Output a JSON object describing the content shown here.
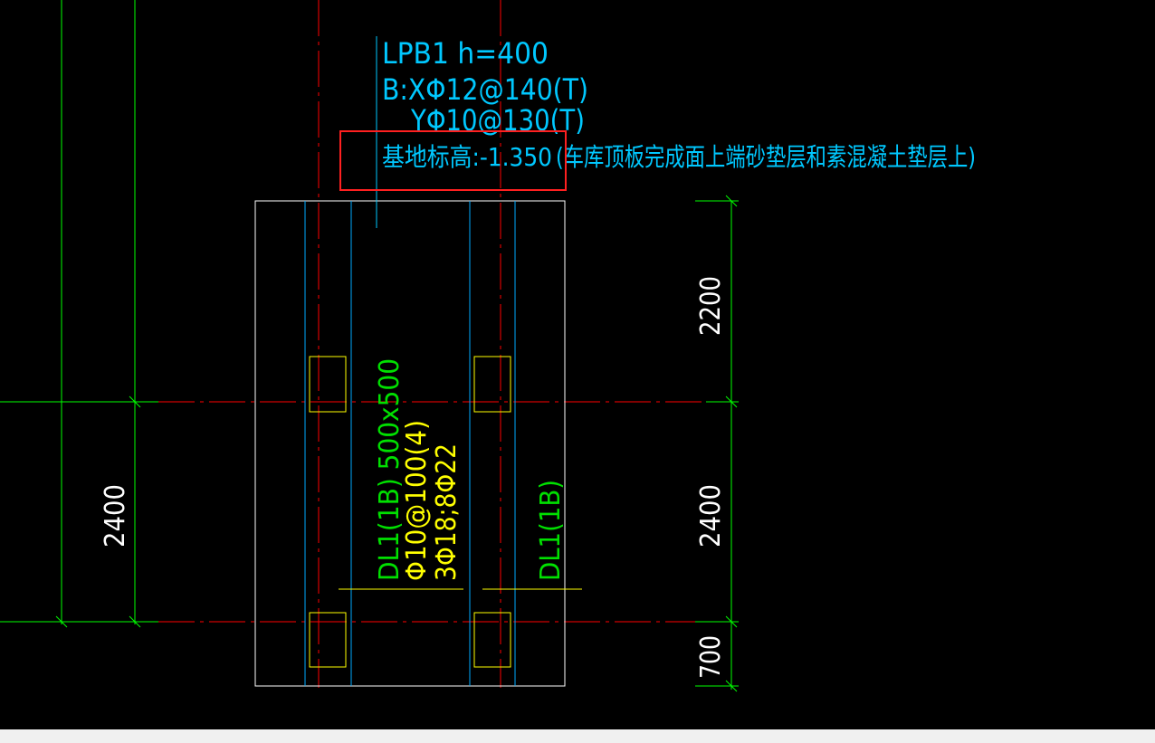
{
  "colors": {
    "background": "#000000",
    "axis_red": "#ff0000",
    "dim_green": "#00ff00",
    "label_green": "#00e000",
    "cyan": "#00c0ff",
    "slab_text": "#00c8ff",
    "white": "#ffffff",
    "yellow": "#ffff00",
    "highlight_box": "#ff2020",
    "statusbar": "#f0f0f0"
  },
  "annotation": {
    "line1": "LPB1 h=400",
    "line2": "B:XΦ12@140(T)",
    "line3": "YΦ10@130(T)",
    "line4_highlighted": "基地标高:-1.350",
    "line4_rest": "(车库顶板完成面上端砂垫层和素混凝土垫层上)"
  },
  "beams": {
    "left_name": "DL1(1B) 500x500",
    "left_stirrup": "Φ10@100(4)",
    "left_bars": "3Φ18;8Φ22",
    "right_name": "DL1(1B)"
  },
  "dimensions": {
    "left": "2400",
    "right_top": "2200",
    "right_mid": "2400",
    "right_bottom": "700"
  },
  "icons": {
    "highlight": "red-rectangle-highlight"
  }
}
